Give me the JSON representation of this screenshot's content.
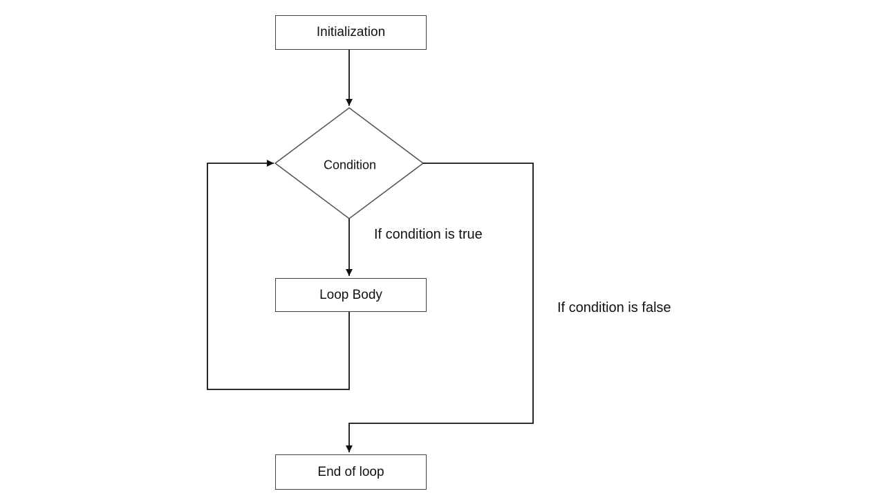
{
  "nodes": {
    "initialization": "Initialization",
    "condition": "Condition",
    "loop_body": "Loop Body",
    "end_of_loop": "End of loop"
  },
  "edge_labels": {
    "true_branch": "If condition is true",
    "false_branch": "If condition is false"
  }
}
